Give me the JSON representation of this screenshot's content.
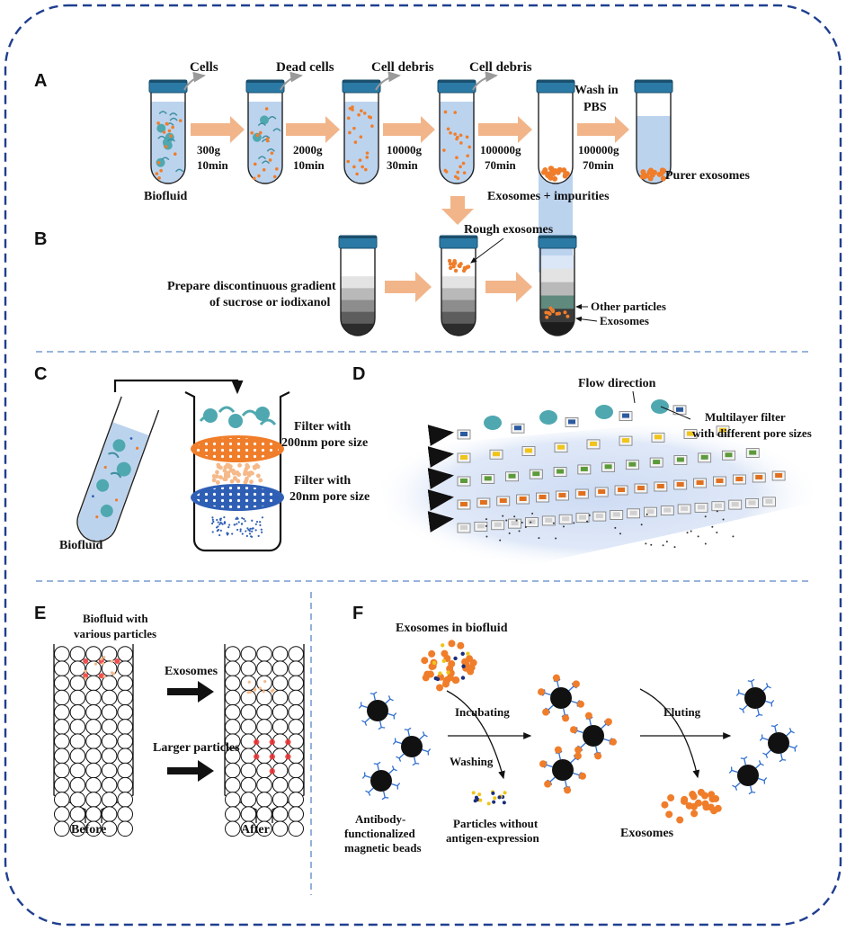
{
  "colors": {
    "border": "#1f3f8f",
    "divider": "#5b87c7",
    "cap": "#2b7aa5",
    "tube_liquid": "#bcd3ee",
    "arrow_orange": "#f2b58a",
    "exosome_orange": "#f07d2a",
    "teal": "#4fa8b0",
    "filter_blue": "#2f5fb5",
    "bead": "#111111",
    "antibody": "#2f6fd0"
  },
  "panels": {
    "A": {
      "letter": "A",
      "steps": [
        {
          "above": "Cells",
          "speed": "300g",
          "time": "10min"
        },
        {
          "above": "Dead cells",
          "speed": "2000g",
          "time": "10min"
        },
        {
          "above": "Cell debris",
          "speed": "10000g",
          "time": "30min"
        },
        {
          "above": "Cell debris",
          "speed": "100000g",
          "time": "70min"
        },
        {
          "above_line1": "Wash in",
          "above_line2": "PBS",
          "speed": "100000g",
          "time": "70min"
        }
      ],
      "biofluid_label": "Biofluid",
      "impurities_label": "Exosomes + impurities",
      "purer_label": "Purer exosomes"
    },
    "B": {
      "letter": "B",
      "gradient_line1": "Prepare discontinuous gradient",
      "gradient_line2": "of sucrose or iodixanol",
      "rough_label": "Rough exosomes",
      "other_label": "Other particles",
      "exosomes_label": "Exosomes"
    },
    "C": {
      "letter": "C",
      "biofluid_label": "Biofluid",
      "filter1_line1": "Filter with",
      "filter1_line2": "200nm pore size",
      "filter2_line1": "Filter with",
      "filter2_line2": "20nm pore size"
    },
    "D": {
      "letter": "D",
      "flow_label": "Flow direction",
      "multilayer_line1": "Multilayer filter",
      "multilayer_line2": "with different pore sizes"
    },
    "E": {
      "letter": "E",
      "top_line1": "Biofluid with",
      "top_line2": "various particles",
      "exosomes_label": "Exosomes",
      "larger_label": "Larger particles",
      "before_label": "Before",
      "after_label": "After"
    },
    "F": {
      "letter": "F",
      "exo_biofluid_label": "Exosomes in biofluid",
      "incubating_label": "Incubating",
      "washing_label": "Washing",
      "eluting_label": "Eluting",
      "beads_line1": "Antibody-",
      "beads_line2": "functionalized",
      "beads_line3": "magnetic beads",
      "particles_line1": "Particles without",
      "particles_line2": "antigen-expression",
      "exosomes_label": "Exosomes"
    }
  }
}
